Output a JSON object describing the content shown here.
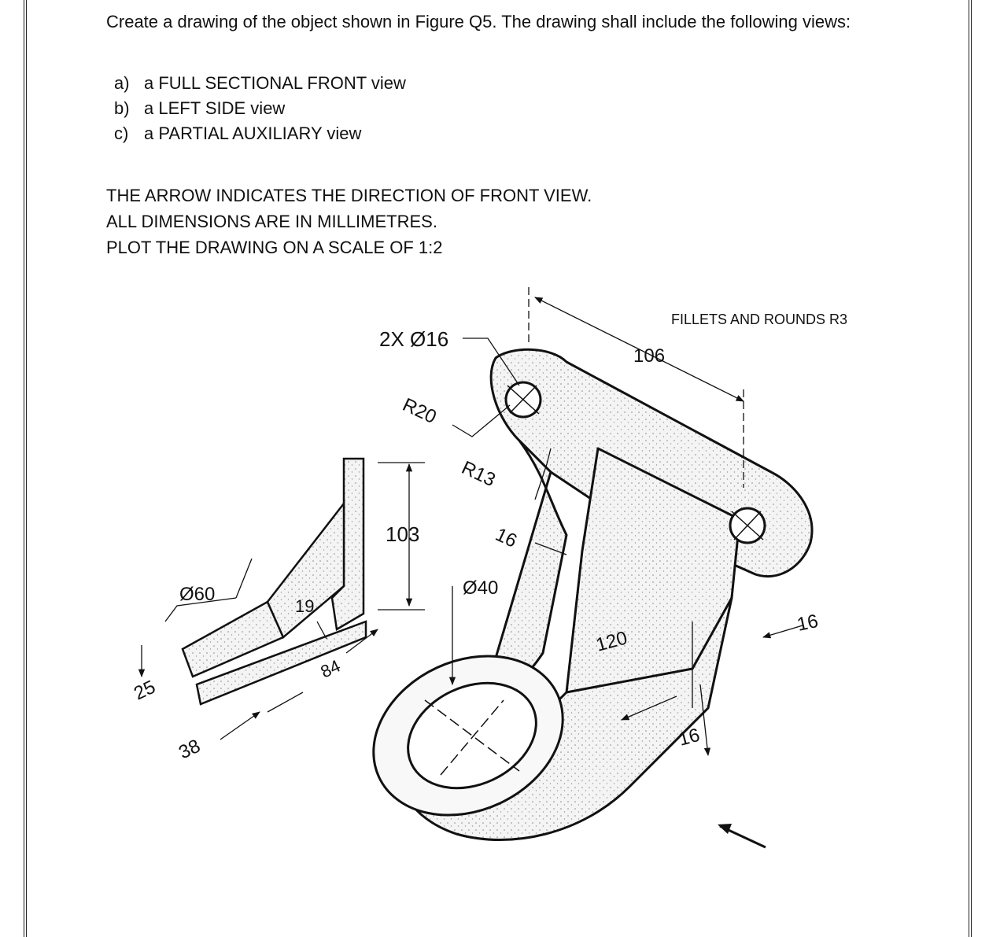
{
  "intro": "Create a drawing of the object shown in Figure Q5. The drawing shall include the following views:",
  "views": [
    {
      "letter": "a)",
      "text": "a FULL SECTIONAL FRONT view"
    },
    {
      "letter": "b)",
      "text": "a LEFT SIDE view"
    },
    {
      "letter": "c)",
      "text": "a PARTIAL AUXILIARY view"
    }
  ],
  "notes": [
    "THE ARROW INDICATES THE DIRECTION OF FRONT VIEW.",
    "ALL DIMENSIONS ARE IN MILLIMETRES.",
    "PLOT THE DRAWING ON A SCALE OF 1:2"
  ],
  "figure": {
    "fillets_note": "FILLETS AND ROUNDS R3",
    "dims": {
      "holes": "2X Ø16",
      "r20": "R20",
      "r13": "R13",
      "d106": "106",
      "d103": "103",
      "d16a": "16",
      "d40": "Ø40",
      "d60": "Ø60",
      "d19": "19",
      "d84": "84",
      "d25": "25",
      "d38": "38",
      "d120": "120",
      "d16b": "16",
      "d16c": "16"
    }
  }
}
